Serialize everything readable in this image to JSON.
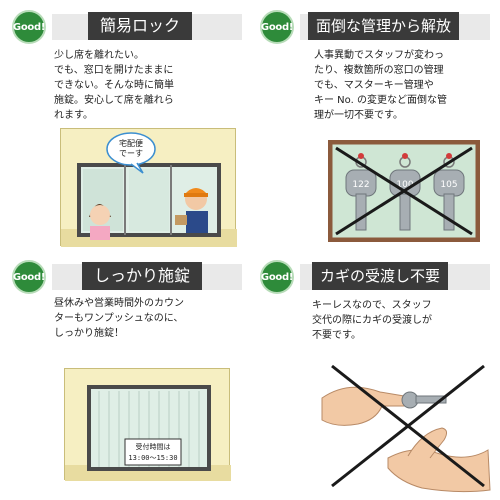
{
  "badge_label": "Good!",
  "panels": [
    {
      "title": "簡易ロック",
      "description": "少し席を離れたい。\nでも、窓口を開けたままに\nできない。そんな時に簡単\n施錠。安心して席を離れら\nれます。",
      "speech_bubble": "宅配便\nでーす"
    },
    {
      "title": "面倒な管理から解放",
      "description": "人事異動でスタッフが変わっ\nたり、複数箇所の窓口の管理\nでも、マスターキー管理や\nキー No. の変更など面倒な管\n理が一切不要です。",
      "key_numbers": [
        "122",
        "100",
        "105"
      ]
    },
    {
      "title": "しっかり施錠",
      "description": "昼休みや営業時間外のカウン\nターもワンプッシュなのに、\nしっかり施錠！",
      "sign_title": "受付時間は",
      "sign_hours": "13:00～15:30"
    },
    {
      "title": "カギの受渡し不要",
      "description": "キーレスなので、スタッフ\n交代の際にカギの受渡しが\n不要です。"
    }
  ],
  "colors": {
    "badge_green": "#2e8b3a",
    "title_bg": "#3a3a3a",
    "illustration_bg": "#f6efc2",
    "window_frame": "#4a4a4a",
    "key_board": "#8b5a3c",
    "cross": "#1a1a1a"
  }
}
